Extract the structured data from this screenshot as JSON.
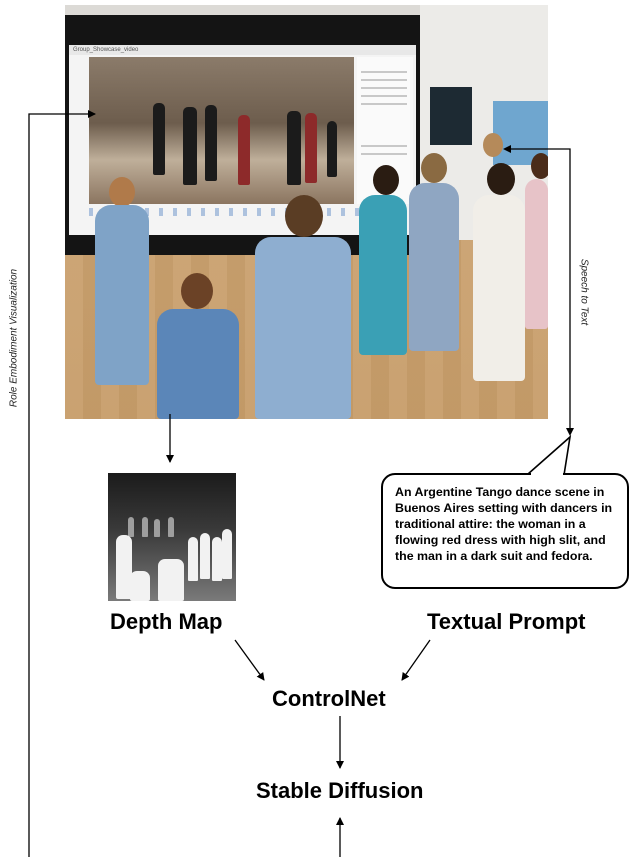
{
  "screen_bar_text": "Group_Showcase_video",
  "depth_map_label": "Depth Map",
  "textual_prompt_label": "Textual Prompt",
  "controlnet_label": "ControlNet",
  "stable_diffusion_label": "Stable Diffusion",
  "prompt_text": "An Argentine Tango dance scene in Buenos Aires setting with dancers in traditional attire: the woman in a flowing red dress with high slit, and the man in a dark suit and fedora.",
  "role_embodiment_label": "Role Embodiment Visualization",
  "speech_to_text_label": "Speech to Text",
  "colors": {
    "arrow": "#000000",
    "bubble_border": "#000000"
  }
}
